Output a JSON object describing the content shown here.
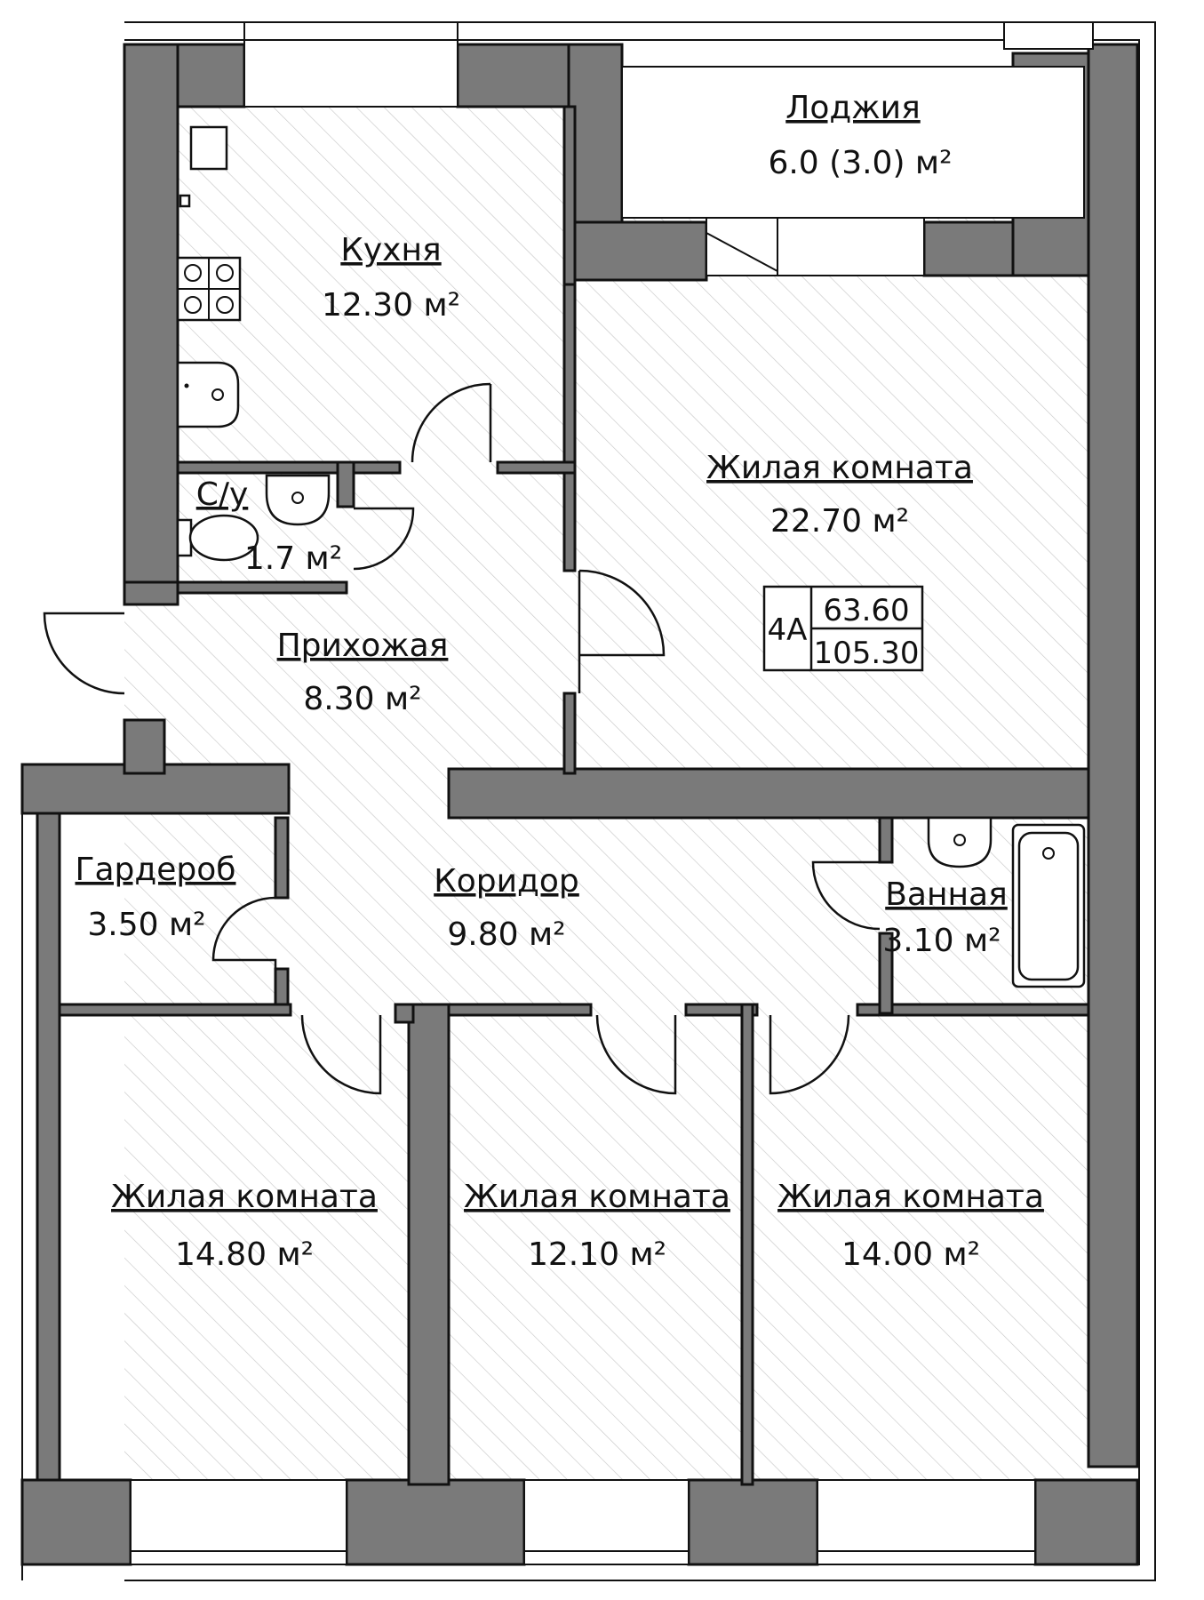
{
  "rooms": {
    "loggia": {
      "name": "Лоджия",
      "area": "6.0 (3.0) м²"
    },
    "kitchen": {
      "name": "Кухня",
      "area": "12.30 м²"
    },
    "wc": {
      "name": "С/у",
      "area": "1.7 м²"
    },
    "living_main": {
      "name": "Жилая комната",
      "area": "22.70 м²"
    },
    "hall": {
      "name": "Прихожая",
      "area": "8.30 м²"
    },
    "wardrobe": {
      "name": "Гардероб",
      "area": "3.50 м²"
    },
    "corridor": {
      "name": "Коридор",
      "area": "9.80 м²"
    },
    "bathroom": {
      "name": "Ванная",
      "area": "3.10 м²"
    },
    "living_left": {
      "name": "Жилая комната",
      "area": "14.80 м²"
    },
    "living_mid": {
      "name": "Жилая комната",
      "area": "12.10 м²"
    },
    "living_right": {
      "name": "Жилая комната",
      "area": "14.00 м²"
    }
  },
  "apartment": {
    "type": "4А",
    "living_area": "63.60",
    "total_area": "105.30"
  },
  "colors": {
    "wall": "#7a7a7a",
    "hatch": "#cfcfcf",
    "line": "#111111"
  }
}
